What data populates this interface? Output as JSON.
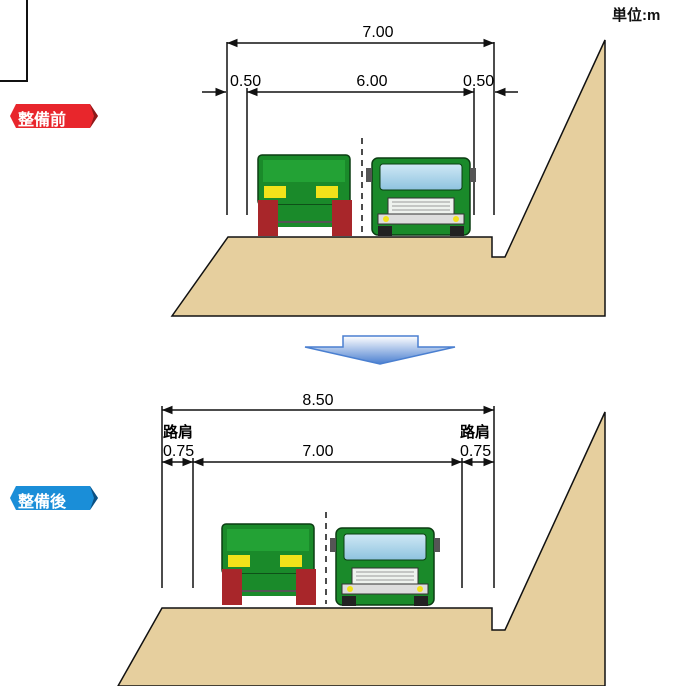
{
  "unit_label": "単位:m",
  "before": {
    "badge_label": "整備前",
    "total_width": "7.00",
    "left_margin": "0.50",
    "lane_width": "6.00",
    "right_margin": "0.50"
  },
  "after": {
    "badge_label": "整備後",
    "total_width": "8.50",
    "left_shoulder_label": "路肩",
    "left_shoulder_width": "0.75",
    "lane_width": "7.00",
    "right_shoulder_label": "路肩",
    "right_shoulder_width": "0.75"
  },
  "colors": {
    "ground": "#e6cf9e",
    "truck_green": "#1a8a2a",
    "truck_red": "#a8262a",
    "badge_before": "#e8262c",
    "badge_after": "#1a8ed8",
    "arrow": "#4a7fd0"
  }
}
